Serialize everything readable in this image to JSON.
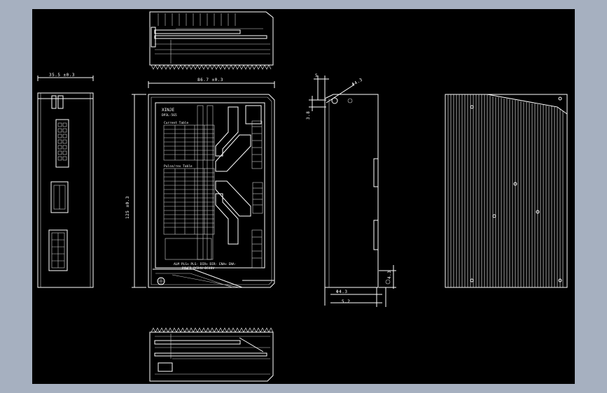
{
  "dimensions": {
    "left_width": "35.5 ±0.3",
    "front_width": "86.7 ±0.3",
    "front_height": "125 ±0.3",
    "hole_offset_x": "5",
    "hole_offset_y": "3.8",
    "hole_diameter_top": "Φ4.3",
    "hole_diameter_bottom": "Φ4.3",
    "bottom_offset": "5.2",
    "bottom_height": "4.3"
  },
  "label": {
    "brand": "XINJE",
    "model": "DP3L-565",
    "current_table_title": "Current Table",
    "pulse_table_title": "Pulse/rev Table",
    "bottom_text_1": "ALM PLS+ PLS- DIR+ DIR- ENA+ ENA-",
    "bottom_text_2": "POWER:DC24V~DC48V"
  },
  "colors": {
    "background": "#a6b0c0",
    "drawing_area": "#000000",
    "line": "#ffffff"
  }
}
